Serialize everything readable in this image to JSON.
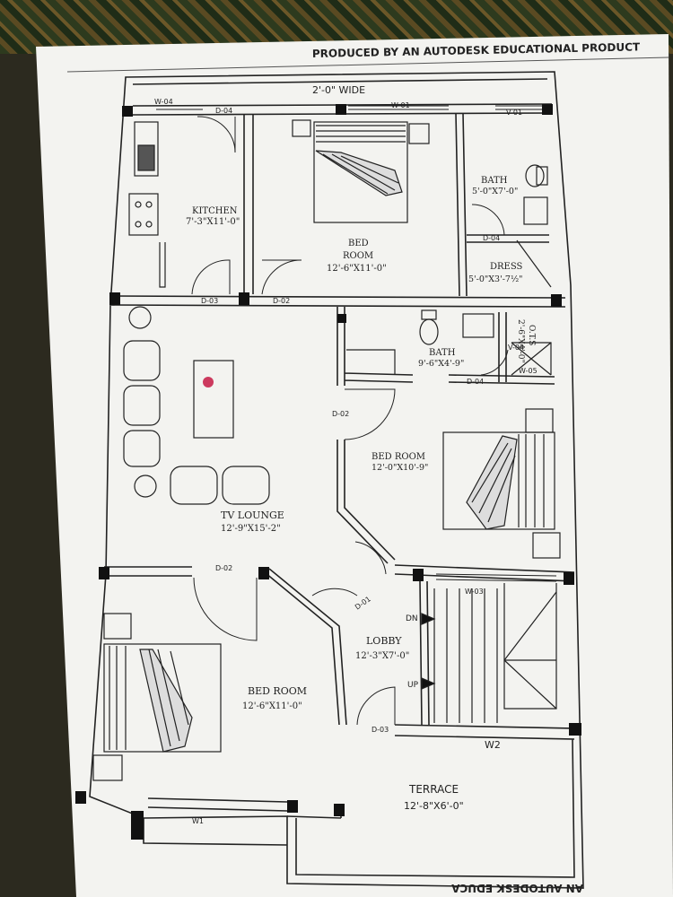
{
  "header": "PRODUCED BY AN AUTODESK EDUCATIONAL PRODUCT",
  "footer": "AN AUTODESK EDUCA",
  "top_strip": "2'-0\" WIDE",
  "rooms": {
    "kitchen": {
      "name": "KITCHEN",
      "size": "7'-3\"X11'-0\""
    },
    "bed_top": {
      "name1": "BED",
      "name2": "ROOM",
      "size": "12'-6\"X11'-0\""
    },
    "bath_top": {
      "name": "BATH",
      "size": "5'-0\"X7'-0\""
    },
    "dress": {
      "name": "DRESS",
      "size": "5'-0\"X3'-7½\""
    },
    "bath_mid": {
      "name": "BATH",
      "size": "9'-6\"X4'-9\""
    },
    "ots": {
      "name": "O.T.S",
      "size": "2'-6\"X4'-0\""
    },
    "bed_right": {
      "name": "BED ROOM",
      "size": "12'-0\"X10'-9\""
    },
    "tv_lounge": {
      "name": "TV LOUNGE",
      "size": "12'-9\"X15'-2\""
    },
    "bed_left": {
      "name": "BED ROOM",
      "size": "12'-6\"X11'-0\""
    },
    "lobby": {
      "name": "LOBBY",
      "size": "12'-3\"X7'-0\""
    },
    "terrace": {
      "name": "TERRACE",
      "size": "12'-8\"X6'-0\""
    }
  },
  "labels": {
    "w04": "W-04",
    "d04a": "D-04",
    "w01": "W-01",
    "v01": "V-01",
    "d04b": "D-04",
    "d03a": "D-03",
    "d02a": "D-02",
    "v04": "V-04",
    "w05": "W-05",
    "d04c": "D-04",
    "d02b": "D-02",
    "d02c": "D-02",
    "d01": "D-01",
    "w03": "W-03",
    "dn": "DN",
    "up": "UP",
    "d03b": "D-03",
    "w2": "W2",
    "w1": "W1"
  }
}
